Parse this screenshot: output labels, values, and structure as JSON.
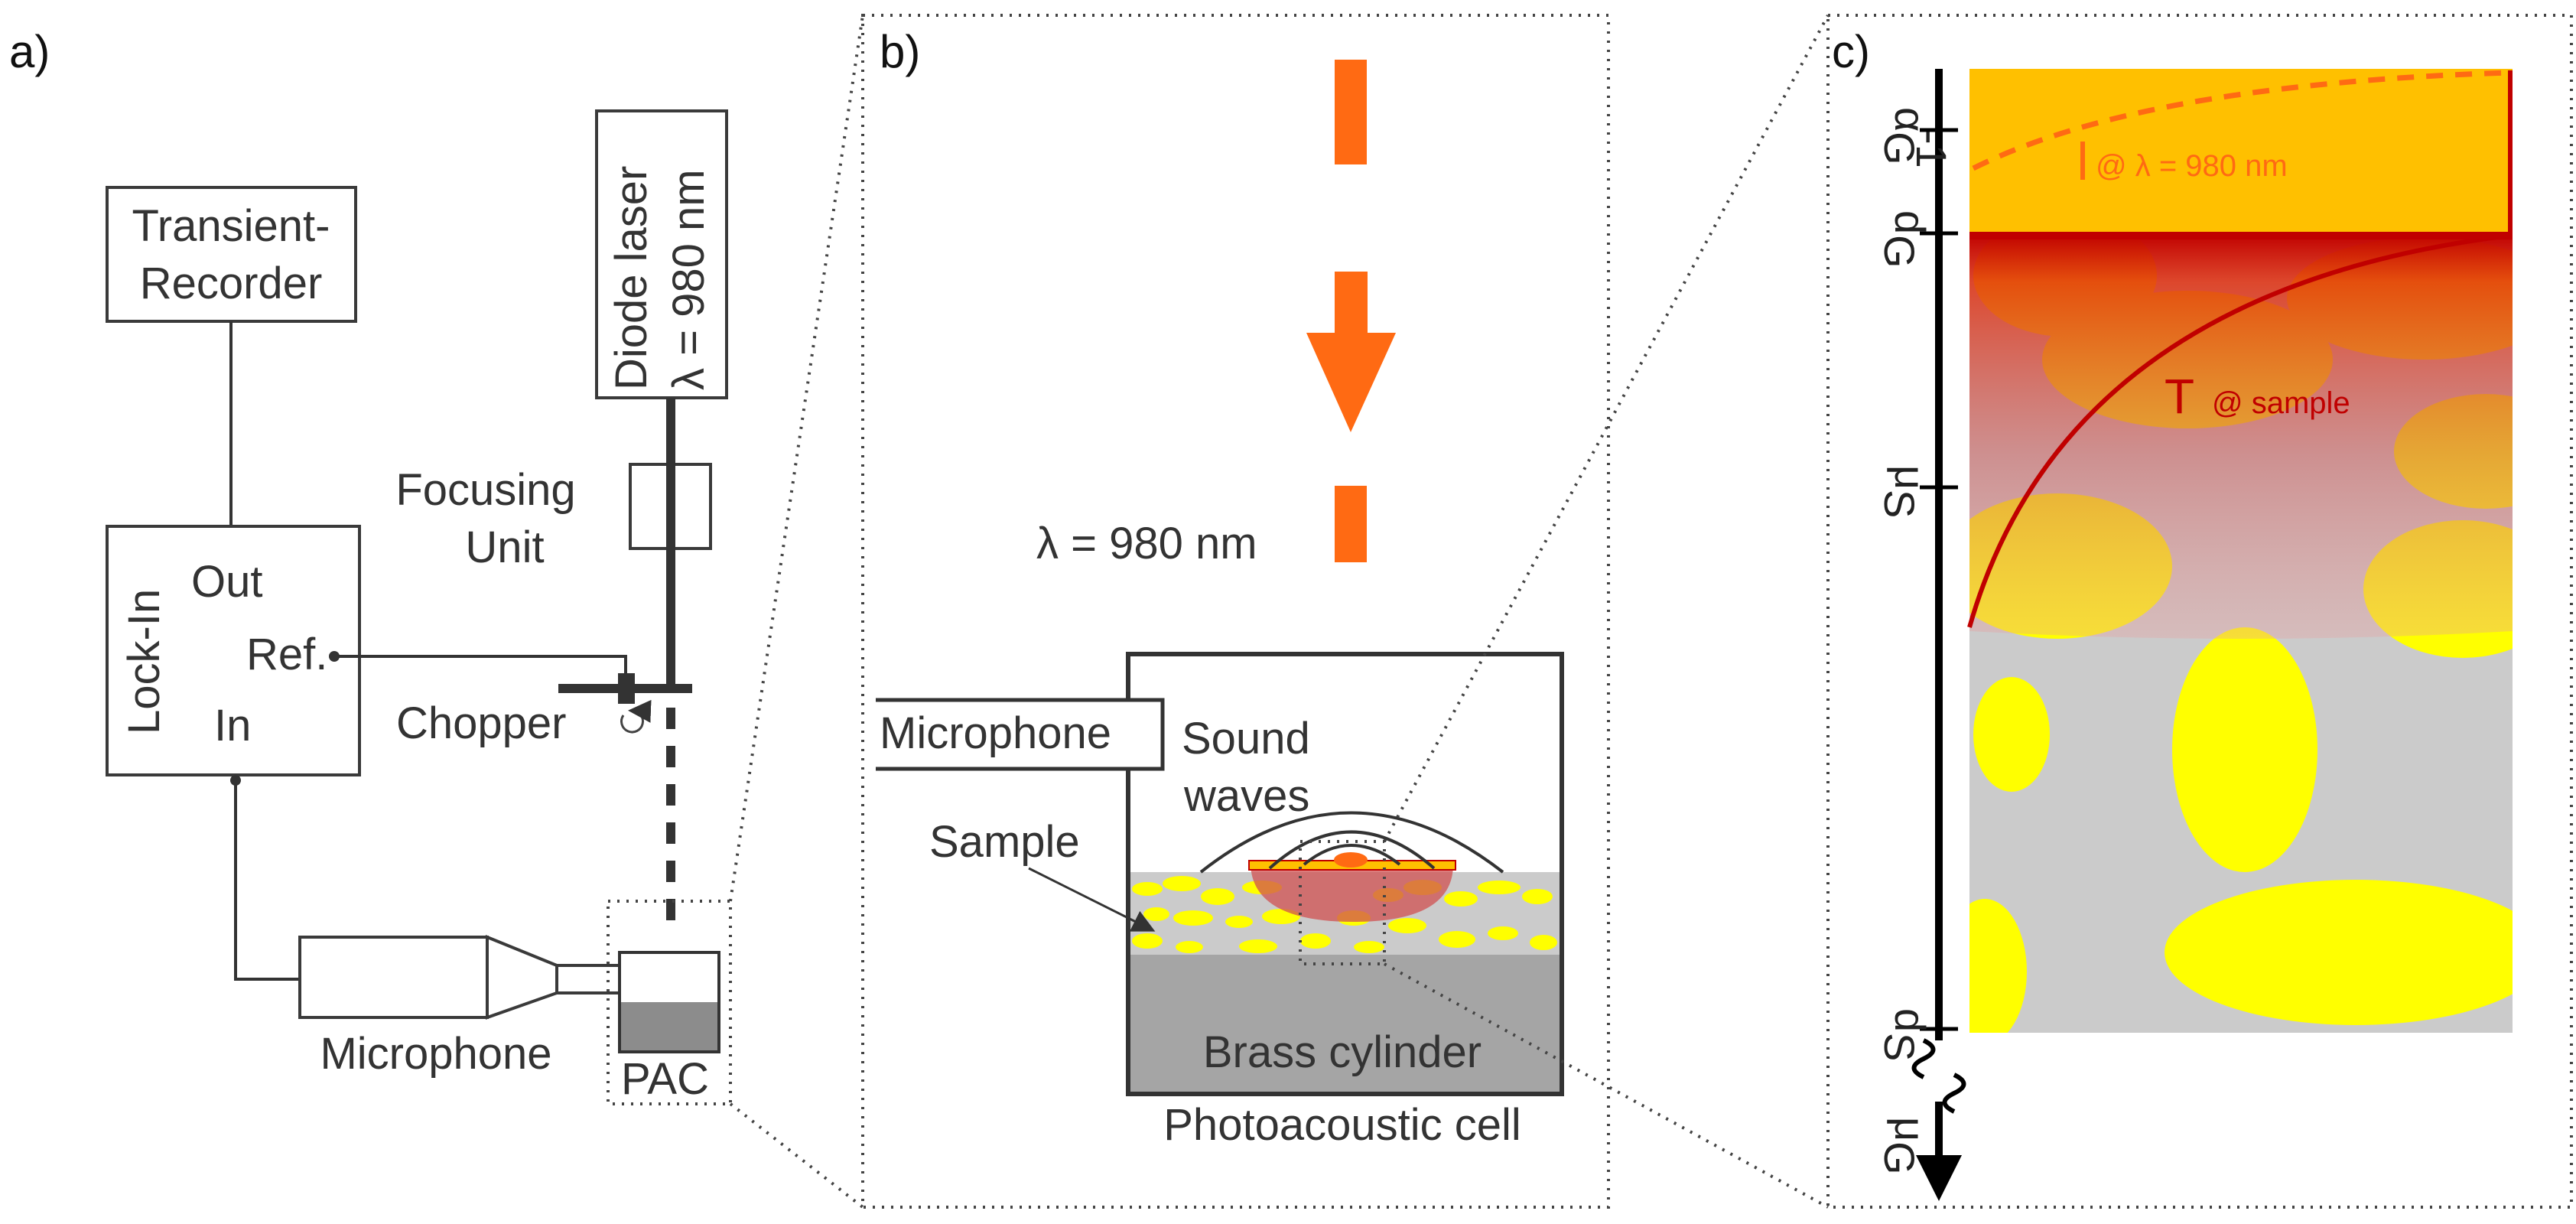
{
  "panel_a": {
    "panel_label": "a)",
    "transient_recorder_line1": "Transient-",
    "transient_recorder_line2": "Recorder",
    "lockin_label": "Lock-In",
    "lockin_out": "Out",
    "lockin_ref": "Ref.",
    "lockin_in": "In",
    "laser_line1": "Diode laser",
    "laser_line2": "λ = 980 nm",
    "focusing_line1": "Focusing",
    "focusing_line2": "Unit",
    "chopper": "Chopper",
    "microphone": "Microphone",
    "pac": "PAC"
  },
  "panel_b": {
    "panel_label": "b)",
    "wavelength": "λ = 980 nm",
    "microphone": "Microphone",
    "sound_line1": "Sound",
    "sound_line2": "waves",
    "sample": "Sample",
    "brass": "Brass cylinder",
    "cell": "Photoacoustic cell"
  },
  "panel_c": {
    "panel_label": "c)",
    "intensity_symbol": "I",
    "intensity_sub": "@ λ = 980 nm",
    "temp_symbol": "T",
    "temp_sub": "@ sample",
    "axis_alpha": "α",
    "axis_alpha_sub": "G",
    "axis_alpha_sup": "-1",
    "axis_dG": "d",
    "axis_dG_sub": "G",
    "axis_muS": "μ",
    "axis_muS_sub": "S",
    "axis_dS": "d",
    "axis_dS_sub": "S",
    "axis_muG": "μ",
    "axis_muG_sub": "G"
  },
  "colors": {
    "laser_orange": "#ff6a13",
    "glass_yellow": "#ffc000",
    "heat_red": "#c00000",
    "sample_grey": "#cbcbcb",
    "particle_yellow": "#ffff00",
    "brass_grey": "#a5a5a5"
  }
}
